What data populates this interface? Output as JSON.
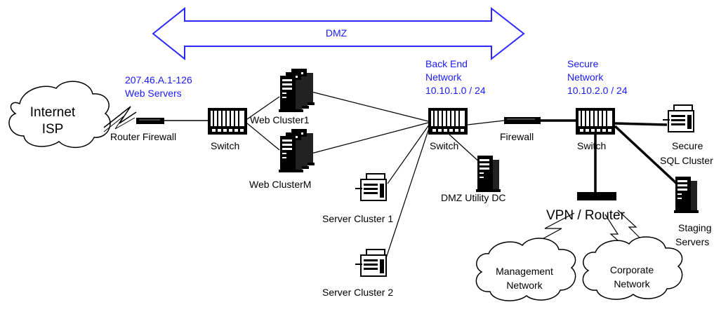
{
  "dmz_label": "DMZ",
  "internet": {
    "line1": "Internet",
    "line2": "ISP"
  },
  "web_segment": {
    "line1": "207.46.A.1-126",
    "line2": "Web Servers"
  },
  "router_firewall_label": "Router Firewall",
  "switch_label": "Switch",
  "web_cluster1_label": "Web Cluster1",
  "web_clusterm_label": "Web ClusterM",
  "backend": {
    "line1": "Back End",
    "line2": "Network",
    "line3": "10.10.1.0 / 24"
  },
  "secure": {
    "line1": "Secure",
    "line2": "Network",
    "line3": "10.10.2.0 / 24"
  },
  "firewall_label": "Firewall",
  "dmz_utility_dc_label": "DMZ Utility DC",
  "server_cluster1_label": "Server Cluster 1",
  "server_cluster2_label": "Server Cluster 2",
  "secure_sql": {
    "line1": "Secure",
    "line2": "SQL Cluster"
  },
  "staging": {
    "line1": "Staging",
    "line2": "Servers"
  },
  "vpn_router_label": "VPN / Router",
  "management": {
    "line1": "Management",
    "line2": "Network"
  },
  "corporate": {
    "line1": "Corporate",
    "line2": "Network"
  },
  "colors": {
    "label_blue": "#1a1aff",
    "dmz_arrow": "#2a2aff",
    "line": "#000000"
  }
}
